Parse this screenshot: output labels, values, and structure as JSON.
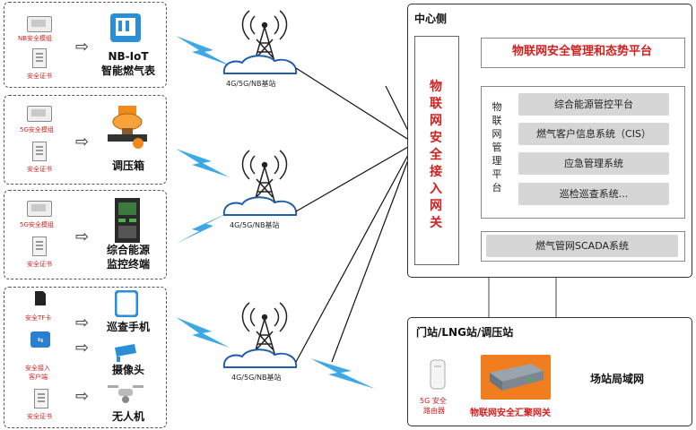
{
  "devices": [
    {
      "chip_label": "NB安全模组",
      "card_label": "安全证书",
      "name_lines": [
        "NB-IoT",
        "智能燃气表"
      ]
    },
    {
      "chip_label": "5G安全模组",
      "card_label": "安全证书",
      "name_lines": [
        "调压箱"
      ]
    },
    {
      "chip_label": "5G安全模组",
      "card_label": "安全证书",
      "name_lines": [
        "综合能源",
        "监控终端"
      ]
    }
  ],
  "mobile_group": {
    "items": [
      {
        "label": "安全TF卡"
      },
      {
        "label": "安全接入客户端",
        "lines": [
          "安全接入",
          "客户端"
        ]
      },
      {
        "label": "安全证书"
      }
    ],
    "names": [
      "巡查手机",
      "摄像头",
      "无人机"
    ]
  },
  "towers": [
    {
      "label": "4G/5G/NB基站"
    },
    {
      "label": "4G/5G/NB基站"
    },
    {
      "label": "4G/5G/NB基站"
    }
  ],
  "center": {
    "title": "中心侧",
    "platform": "物联网安全管理和态势平台",
    "gateway_chars": [
      "物",
      "联",
      "网",
      "安",
      "全",
      "接",
      "入",
      "网",
      "关"
    ],
    "mgmt_chars": [
      "物",
      "联",
      "网",
      "管",
      "理",
      "平",
      "台"
    ],
    "systems": [
      "综合能源管控平台",
      "燃气客户信息系统（CIS）",
      "应急管理系统",
      "巡检巡查系统..."
    ],
    "scada": "燃气管网SCADA系统"
  },
  "station": {
    "title": "门站/LNG站/调压站",
    "router_lines": [
      "5G 安全",
      "路由器"
    ],
    "gateway": "物联网安全汇聚网关",
    "lan": "场站局域网"
  }
}
